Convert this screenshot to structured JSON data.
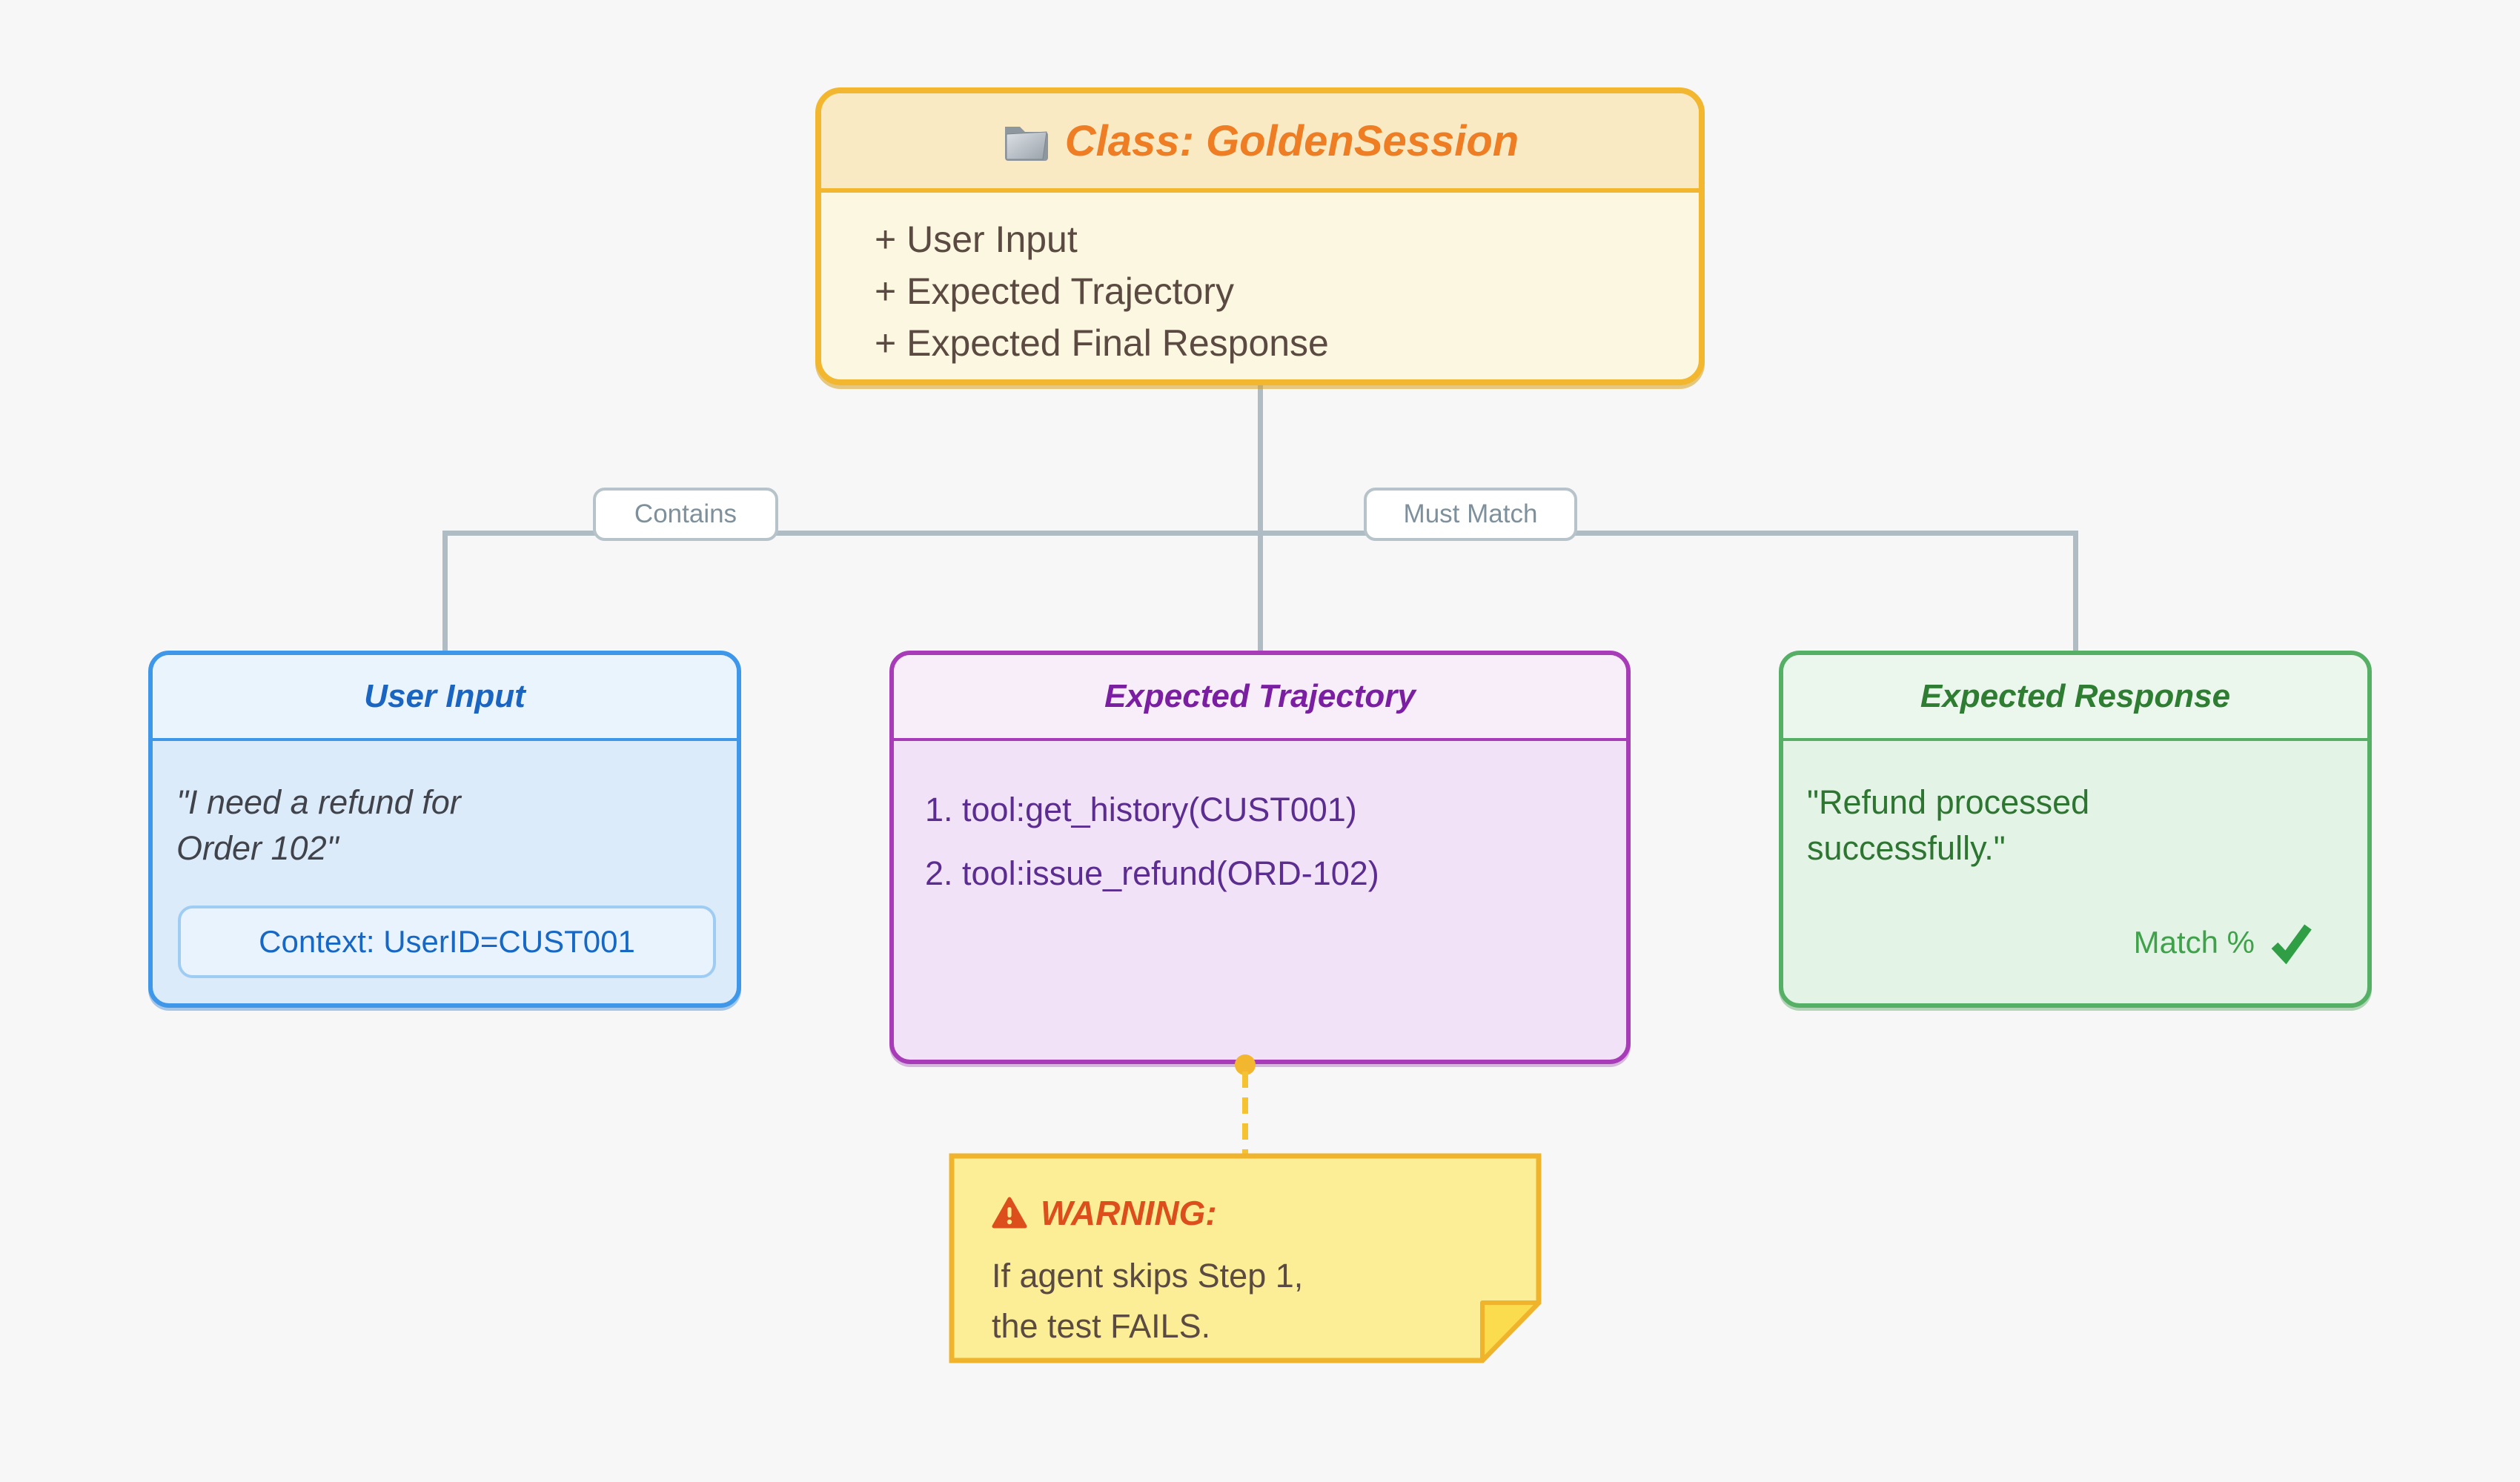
{
  "colors": {
    "background": "#F7F7F8",
    "edge_line": "#B0BCC4",
    "edge_label_text": "#7E909B",
    "class_border": "#F2B72E",
    "class_title": "#EE7D23",
    "class_member_text": "#5B4A41",
    "input_border": "#3E97E8",
    "input_title": "#1A64C2",
    "trajectory_border": "#A83CB8",
    "trajectory_title": "#7B1FA2",
    "trajectory_text": "#5C2D91",
    "response_border": "#55B065",
    "response_title": "#2E7D32",
    "match_green": "#3FA24B",
    "note_fill": "#FBEE97",
    "note_border": "#F0B32C",
    "warning_orange": "#DC4F1D",
    "connector_gold": "#F5C332"
  },
  "class_box": {
    "icon": "folder-icon",
    "title": "Class: GoldenSession",
    "members": [
      "+ User Input",
      "+ Expected Trajectory",
      "+ Expected Final Response"
    ]
  },
  "edges": {
    "labels": [
      {
        "text": "Contains"
      },
      {
        "text": "Must Match"
      }
    ]
  },
  "user_input_box": {
    "title": "User Input",
    "quote_line1": "\"I need a refund for",
    "quote_line2": "Order 102\"",
    "context_label": "Context: UserID=CUST001"
  },
  "trajectory_box": {
    "title": "Expected Trajectory",
    "steps": [
      "1. tool:get_history(CUST001)",
      "2. tool:issue_refund(ORD-102)"
    ]
  },
  "response_box": {
    "title": "Expected Response",
    "quote_line1": "\"Refund processed",
    "quote_line2": "successfully.\"",
    "match_label": "Match %",
    "check_icon": "checkmark-icon"
  },
  "warning_note": {
    "icon": "warning-triangle-icon",
    "title": "WARNING:",
    "line1": "If agent skips Step 1,",
    "line2": "the test FAILS."
  }
}
